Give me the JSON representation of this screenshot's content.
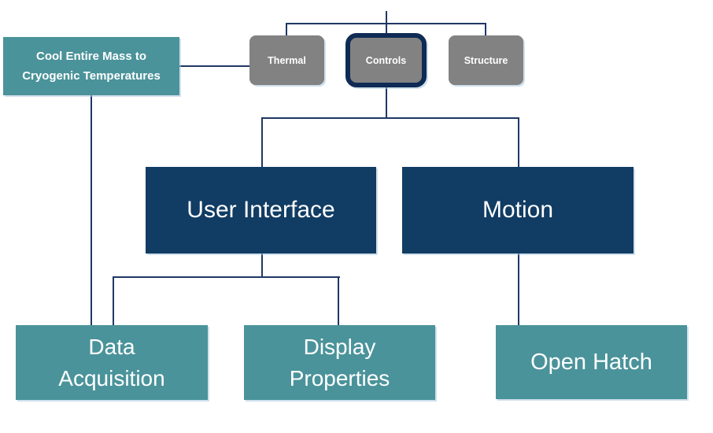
{
  "diagram": {
    "type": "hierarchy-flowchart",
    "selected_node": "controls",
    "colors": {
      "teal_box": "#4A939A",
      "navy_box": "#113C63",
      "gray_box": "#828282",
      "selection_ring": "#0E2B55",
      "connector_line": "#1F3864",
      "text": "#FFFFFF",
      "background": "#FFFFFF"
    },
    "nodes": {
      "cool_mass": {
        "lines": [
          "Cool Entire Mass to",
          "Cryogenic Temperatures"
        ]
      },
      "thermal": {
        "label": "Thermal"
      },
      "controls": {
        "label": "Controls",
        "selected": true
      },
      "structure": {
        "label": "Structure"
      },
      "user_interface": {
        "label": "User Interface"
      },
      "motion": {
        "label": "Motion"
      },
      "data_acquisition": {
        "lines": [
          "Data",
          "Acquisition"
        ]
      },
      "display_properties": {
        "lines": [
          "Display",
          "Properties"
        ]
      },
      "open_hatch": {
        "label": "Open Hatch"
      }
    },
    "edges": [
      {
        "from": "offscreen-parent",
        "to": "thermal"
      },
      {
        "from": "offscreen-parent",
        "to": "controls"
      },
      {
        "from": "offscreen-parent",
        "to": "structure"
      },
      {
        "from": "cool_mass",
        "to": "thermal"
      },
      {
        "from": "cool_mass",
        "to": "data_acquisition"
      },
      {
        "from": "controls",
        "to": "user_interface"
      },
      {
        "from": "controls",
        "to": "motion"
      },
      {
        "from": "user_interface",
        "to": "data_acquisition"
      },
      {
        "from": "user_interface",
        "to": "display_properties"
      },
      {
        "from": "motion",
        "to": "open_hatch"
      }
    ]
  }
}
